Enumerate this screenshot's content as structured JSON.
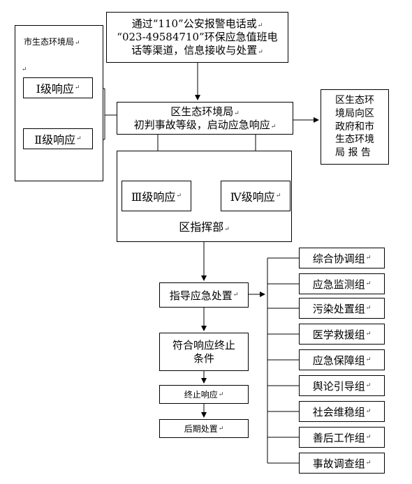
{
  "top_box": {
    "line1": "通过“110”公安报警电话或",
    "line2": "“023-49584710”环保应急值班电",
    "line3": "话等渠道，信息接收与处置"
  },
  "city_box": {
    "title": "市生态环境局"
  },
  "level1": "Ⅰ级响应",
  "level2": "Ⅱ级响应",
  "district_box": {
    "line1": "区生态环境局",
    "line2": "初判事故等级，启动应急响应"
  },
  "report_box": {
    "text": "区生态环\n境局向区\n政府和市\n生态环境\n局 报 告"
  },
  "level3": "Ⅲ级响应",
  "level4": "Ⅳ级响应",
  "command": "区指挥部",
  "guide": "指导应急处置",
  "meet": {
    "text": "符合响应终止\n条件"
  },
  "terminate": "终止响应",
  "later": "后期处置",
  "groups": [
    "综合协调组",
    "应急监测组",
    "污染处置组",
    "医学救援组",
    "应急保障组",
    "舆论引导组",
    "社会维稳组",
    "善后工作组",
    "事故调查组"
  ],
  "paragraph_mark": "↵"
}
